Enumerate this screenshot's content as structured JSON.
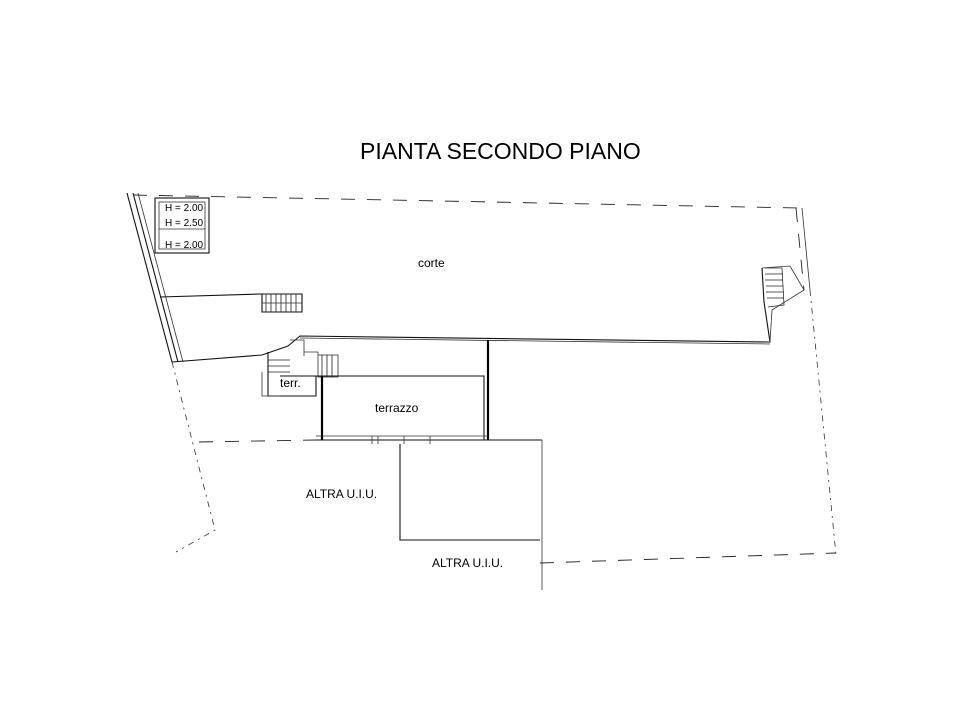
{
  "title": "PIANTA SECONDO PIANO",
  "labels": {
    "corte": "corte",
    "terrazzo": "terrazzo",
    "terr": "terr.",
    "altra_uiu_1": "ALTRA U.I.U.",
    "altra_uiu_2": "ALTRA U.I.U."
  },
  "heights": [
    "H = 2.00",
    "H = 2.50",
    "H = 2.00"
  ]
}
